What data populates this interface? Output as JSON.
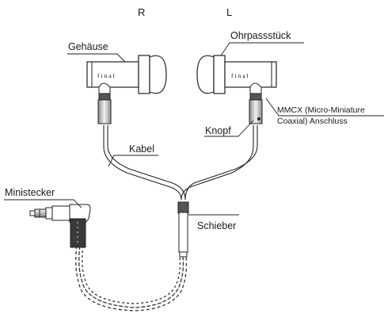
{
  "sides": {
    "right": "R",
    "left": "L"
  },
  "brand": "final",
  "labels": {
    "housing": "Gehäuse",
    "eartip": "Ohrpassstück",
    "mmcx_line1": "MMCX (Micro-Miniature",
    "mmcx_line2": "Coaxial) Anschluss",
    "knob": "Knopf",
    "cable": "Kabel",
    "mini_plug": "Ministecker",
    "slider": "Schieber"
  }
}
